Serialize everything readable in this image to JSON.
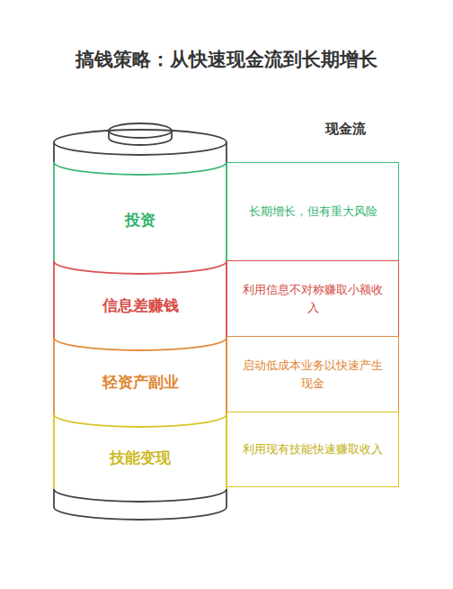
{
  "diagram": {
    "title": "搞钱策略：从快速现金流到长期增长",
    "nodes": [
      {
        "text": [
          "投资"
        ]
      },
      {
        "text": [
          "长期增长，但有重大风险"
        ]
      },
      {
        "text": [
          "信息差赚钱"
        ]
      },
      {
        "text": [
          "利用信息不对称赚取小额收入"
        ]
      },
      {
        "text": [
          "轻资产副业"
        ]
      },
      {
        "text": [
          "启动低成本业务以快速产生现金"
        ]
      },
      {
        "text": [
          "技能变现"
        ]
      },
      {
        "text": [
          "利用现有技能快速赚取收入"
        ]
      }
    ],
    "labels": [
      "现金流"
    ]
  }
}
